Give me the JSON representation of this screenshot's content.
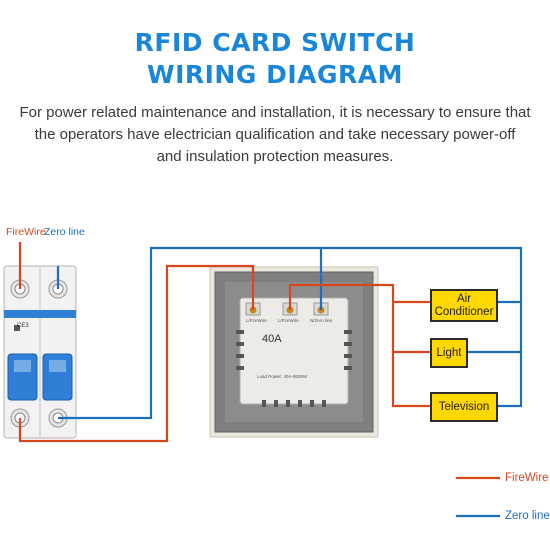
{
  "title": {
    "line1": "RFID CARD SWITCH",
    "line2": "WIRING DIAGRAM"
  },
  "description": {
    "line1": "For power related maintenance and installation, it is necessary to ensure that",
    "line2": "the operators have electrician qualification and take necessary power-off",
    "line3": "and insulation protection measures."
  },
  "breaker": {
    "firewire_label": "FireWire",
    "zeroline_label": "Zero line",
    "mark": "CE3"
  },
  "switch": {
    "rating": "40A",
    "terminal_labels": [
      "L/FireWire",
      "L/FireWire",
      "N/Zero line"
    ],
    "load_text": "Load Power: 40A-8000W"
  },
  "loads": [
    {
      "name": "Air Conditioner",
      "line1": "Air",
      "line2": "Conditioner"
    },
    {
      "name": "Light",
      "line1": "Light",
      "line2": ""
    },
    {
      "name": "Television",
      "line1": "Television",
      "line2": ""
    }
  ],
  "legend": {
    "firewire": "FireWire",
    "zeroline": "Zero line"
  },
  "colors": {
    "title": "#1a86d8",
    "fire": "#d6471c",
    "zero": "#1a6fc0",
    "load_box": "#ffd800"
  }
}
